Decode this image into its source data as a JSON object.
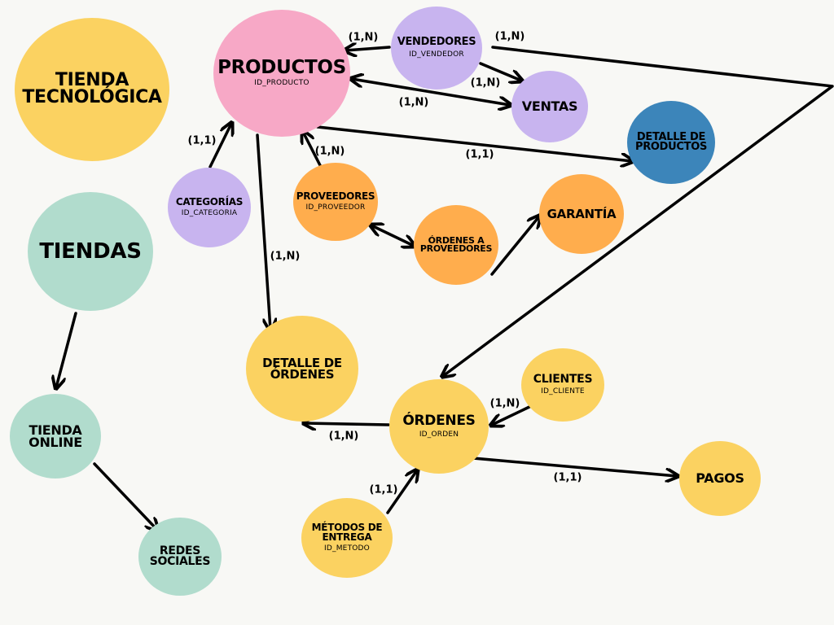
{
  "colors": {
    "yellow": "#fbd261",
    "pink": "#f7a8c6",
    "lavender": "#c8b4ef",
    "orange": "#ffad4d",
    "blue": "#3c85ba",
    "mint": "#b1dccd"
  },
  "nodes": {
    "tienda_tecnologica": {
      "title": "TIENDA\nTECNOLÓGICA"
    },
    "productos": {
      "title": "PRODUCTOS",
      "sub": "ID_PRODUCTO"
    },
    "vendedores": {
      "title": "VENDEDORES",
      "sub": "ID_VENDEDOR"
    },
    "ventas": {
      "title": "VENTAS"
    },
    "detalle_productos": {
      "title": "DETALLE DE\nPRODUCTOS"
    },
    "categorias": {
      "title": "CATEGORÍAS",
      "sub": "ID_CATEGORIA"
    },
    "proveedores": {
      "title": "PROVEEDORES",
      "sub": "ID_PROVEEDOR"
    },
    "garantia": {
      "title": "GARANTÍA"
    },
    "ordenes_proveedores": {
      "title": "ÓRDENES A\nPROVEEDORES"
    },
    "tiendas": {
      "title": "TIENDAS"
    },
    "tienda_online": {
      "title": "TIENDA\nONLINE"
    },
    "redes_sociales": {
      "title": "REDES\nSOCIALES"
    },
    "detalle_ordenes": {
      "title": "DETALLE DE\nÓRDENES"
    },
    "clientes": {
      "title": "CLIENTES",
      "sub": "ID_CLIENTE"
    },
    "ordenes": {
      "title": "ÓRDENES",
      "sub": "ID_ORDEN"
    },
    "pagos": {
      "title": "PAGOS"
    },
    "metodos_entrega": {
      "title": "MÉTODOS DE\nENTREGA",
      "sub": "ID_METODO"
    }
  },
  "edges": [
    {
      "id": "vendedores-productos",
      "label": "(1,N)"
    },
    {
      "id": "vendedores-ordenes",
      "label": "(1,N)"
    },
    {
      "id": "vendedores-ventas",
      "label": "(1,N)"
    },
    {
      "id": "productos-ventas",
      "label": "(1,N)"
    },
    {
      "id": "productos-detalle-productos",
      "label": "(1,1)"
    },
    {
      "id": "categorias-productos",
      "label": "(1,1)"
    },
    {
      "id": "proveedores-productos",
      "label": "(1,N)"
    },
    {
      "id": "productos-detalle-ordenes",
      "label": "(1,N)"
    },
    {
      "id": "proveedores-ordenes-proveedores",
      "label": ""
    },
    {
      "id": "ordenes-proveedores-garantia",
      "label": ""
    },
    {
      "id": "tiendas-tienda-online",
      "label": ""
    },
    {
      "id": "tienda-online-redes-sociales",
      "label": ""
    },
    {
      "id": "clientes-ordenes",
      "label": "(1,N)"
    },
    {
      "id": "ordenes-detalle-ordenes",
      "label": "(1,N)"
    },
    {
      "id": "ordenes-pagos",
      "label": "(1,1)"
    },
    {
      "id": "metodos-entrega-ordenes",
      "label": "(1,1)"
    }
  ]
}
